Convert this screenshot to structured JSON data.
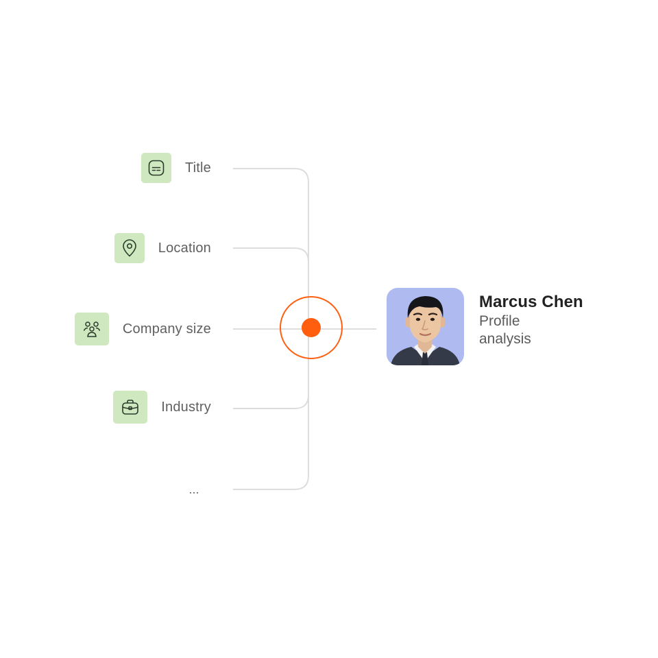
{
  "attributes": [
    {
      "label": "Title",
      "icon": "subtitles-icon"
    },
    {
      "label": "Location",
      "icon": "map-pin-icon"
    },
    {
      "label": "Company size",
      "icon": "people-group-icon"
    },
    {
      "label": "Industry",
      "icon": "briefcase-icon"
    }
  ],
  "more_label": "...",
  "profile": {
    "name": "Marcus Chen",
    "subtitle": "Profile analysis",
    "avatar_icon": "person-photo"
  },
  "colors": {
    "icon_tile": "#cfe8c0",
    "icon_stroke": "#2c3a2c",
    "connector": "#dddddd",
    "accent": "#ff5e0e",
    "avatar_bg": "#aebaf0"
  }
}
